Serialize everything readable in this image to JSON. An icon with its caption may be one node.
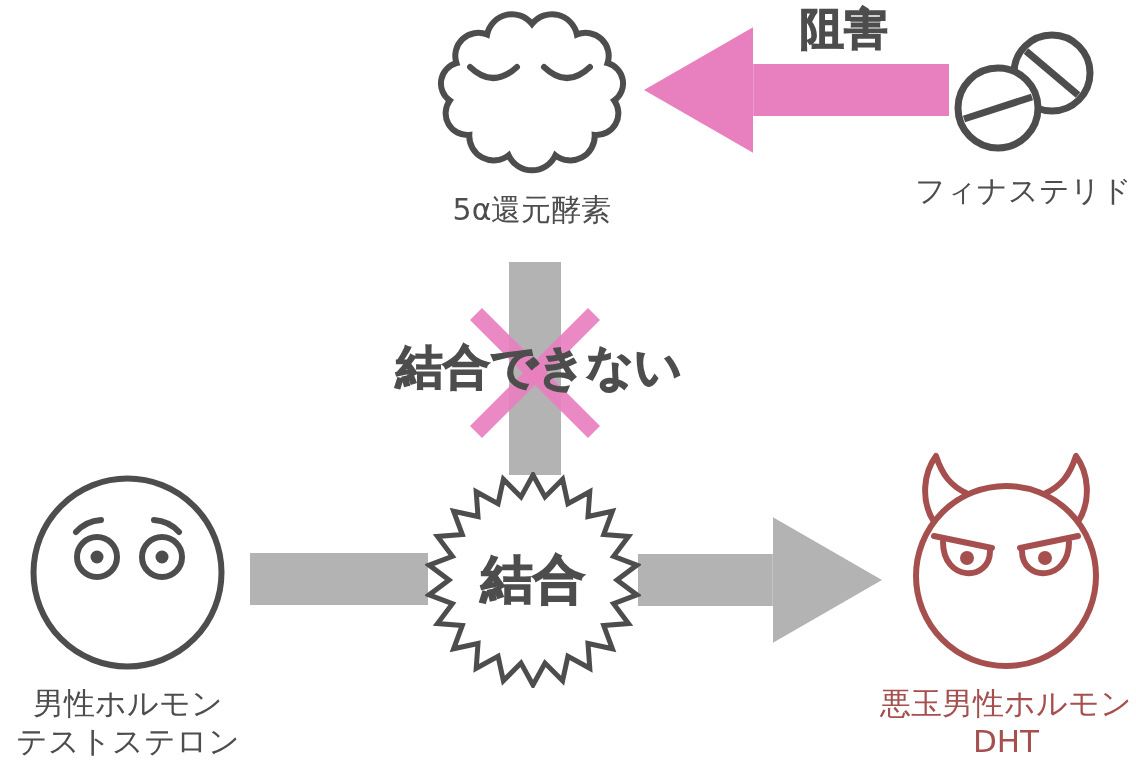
{
  "diagram": {
    "nodes": [
      {
        "text": [],
        "shape": "cloud",
        "beside": [
          "5α還元酵素"
        ]
      },
      {
        "text": [],
        "shape": "picture",
        "beside": [
          "フィナステリド"
        ]
      },
      {
        "text": [],
        "shape": "picture",
        "beside": [
          "男性ホルモン",
          "テストステロン"
        ]
      },
      {
        "text": [
          "結合"
        ]
      },
      {
        "text": [],
        "shape": "picture",
        "beside": [
          "悪玉男性ホルモン",
          "DHT"
        ]
      }
    ],
    "edges": [
      {
        "from": 1,
        "to": 0,
        "arrow": "to",
        "label": "阻害",
        "color": "#e87fbf"
      },
      {
        "from": 0,
        "to": 3,
        "arrow": "none",
        "label": "結合できない"
      },
      {
        "from": 2,
        "to": 3,
        "arrow": "none"
      },
      {
        "from": 3,
        "to": 4,
        "arrow": "to"
      }
    ]
  }
}
